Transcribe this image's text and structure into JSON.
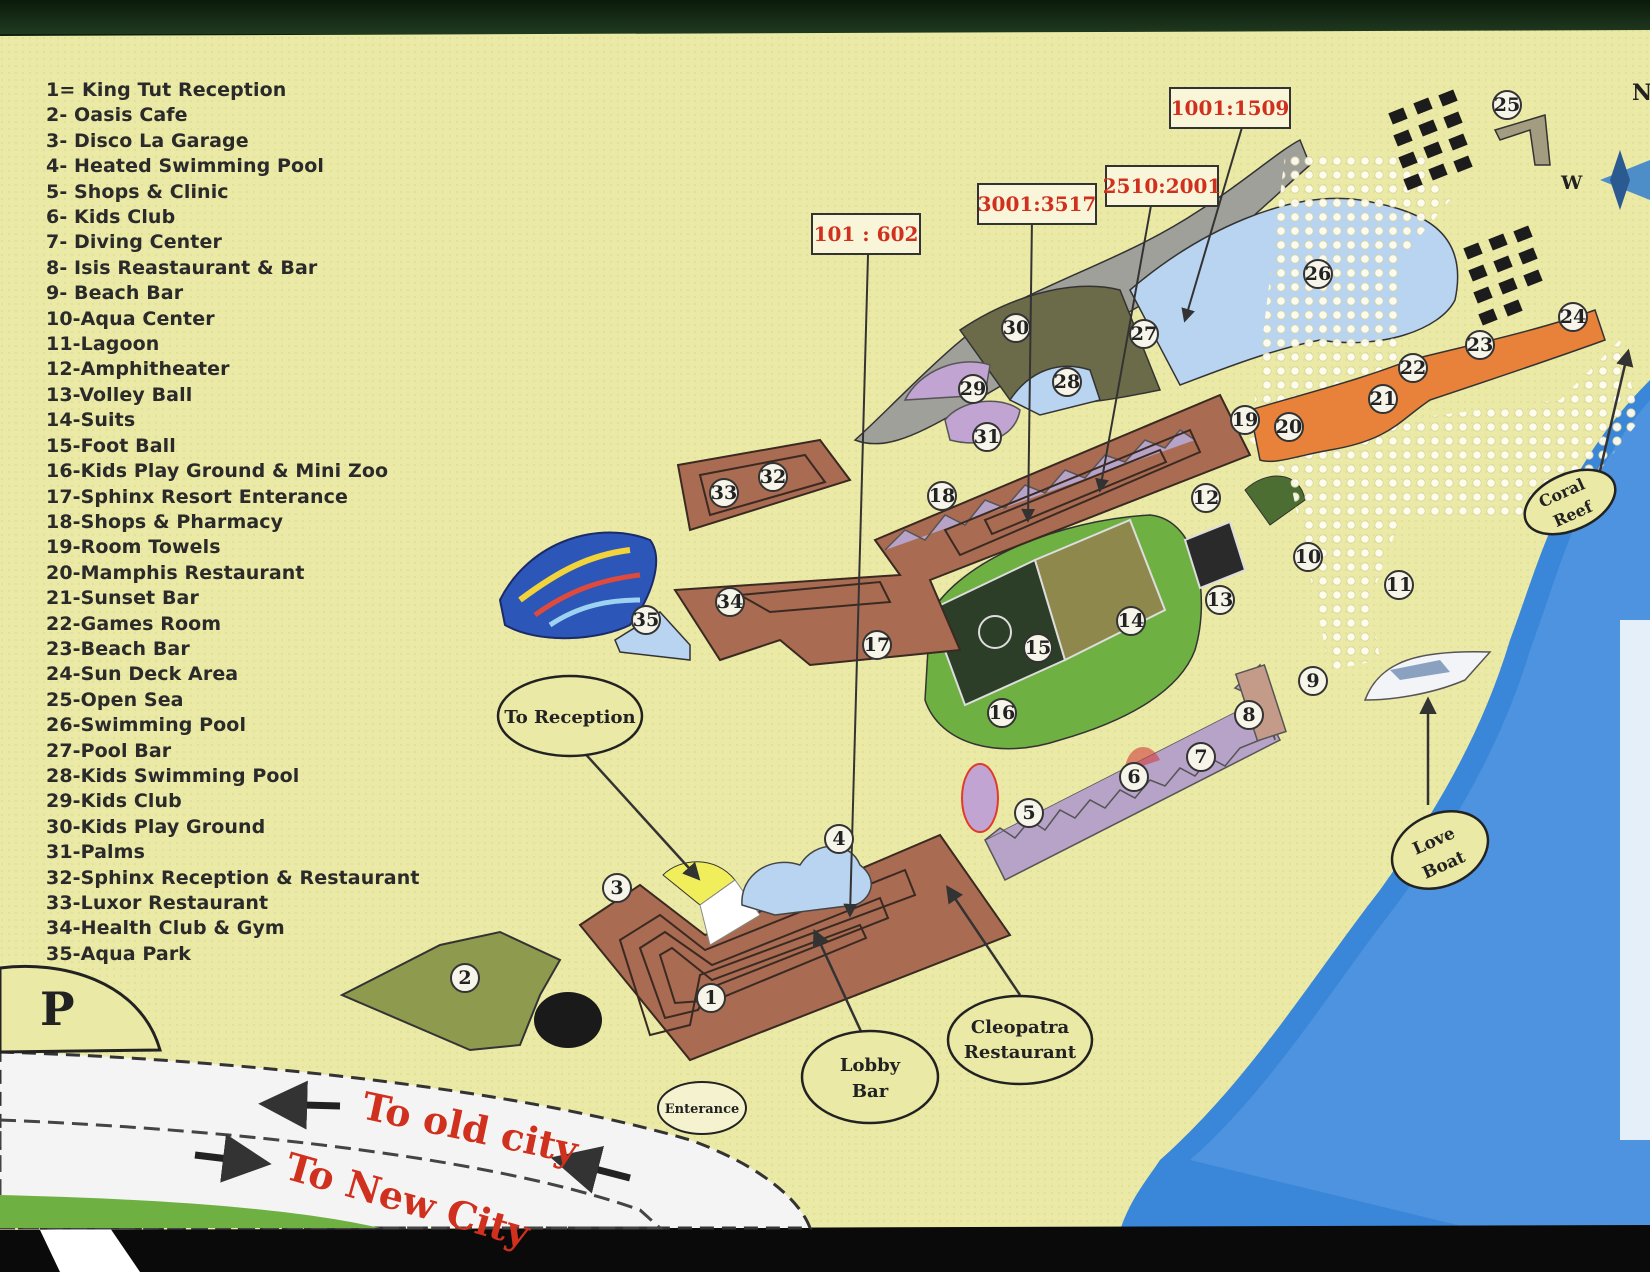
{
  "legend": [
    "1= King Tut Reception",
    "2- Oasis Cafe",
    "3- Disco La Garage",
    "4- Heated Swimming Pool",
    "5- Shops & Clinic",
    "6- Kids Club",
    "7- Diving Center",
    "8- Isis Reastaurant & Bar",
    "9- Beach Bar",
    "10-Aqua Center",
    "11-Lagoon",
    "12-Amphitheater",
    "13-Volley Ball",
    "14-Suits",
    "15-Foot Ball",
    "16-Kids Play Ground & Mini Zoo",
    "17-Sphinx Resort Enterance",
    "18-Shops & Pharmacy",
    "19-Room Towels",
    "20-Mamphis Restaurant",
    "21-Sunset Bar",
    "22-Games Room",
    "23-Beach Bar",
    "24-Sun Deck Area",
    "25-Open Sea",
    "26-Swimming Pool",
    "27-Pool Bar",
    "28-Kids Swimming Pool",
    "29-Kids Club",
    "30-Kids Play Ground",
    "31-Palms",
    "32-Sphinx Reception & Restaurant",
    "33-Luxor Restaurant",
    "34-Health Club & Gym",
    "35-Aqua Park"
  ],
  "room_ranges": {
    "r1": "101 : 602",
    "r2": "3001:3517",
    "r3": "2510:2001",
    "r4": "1001:1509"
  },
  "callouts": {
    "to_reception": "To Reception",
    "lobby_bar_1": "Lobby",
    "lobby_bar_2": "Bar",
    "cleopatra_1": "Cleopatra",
    "cleopatra_2": "Restaurant",
    "entrance": "Enterance",
    "coral_1": "Coral",
    "coral_2": "Reef",
    "love_1": "Love",
    "love_2": "Boat",
    "parking": "P",
    "compass_w": "W",
    "compass_n": "N"
  },
  "road": {
    "old_city": "To old city",
    "new_city": "To New City"
  },
  "markers": [
    "1",
    "2",
    "3",
    "4",
    "5",
    "6",
    "7",
    "8",
    "9",
    "10",
    "11",
    "12",
    "13",
    "14",
    "15",
    "16",
    "17",
    "18",
    "19",
    "20",
    "21",
    "22",
    "23",
    "24",
    "25",
    "26",
    "27",
    "28",
    "29",
    "30",
    "31",
    "32",
    "33",
    "34",
    "35"
  ],
  "colors": {
    "ground": "#ebe9a6",
    "sea": "#3a86d8",
    "building": "#a96b52",
    "pool": "#b8d4f0",
    "grass": "#6fb043",
    "olive": "#8e9a4e",
    "orange": "#e8823a",
    "shops": "#b7a2c8",
    "title_red": "#d0301e"
  }
}
